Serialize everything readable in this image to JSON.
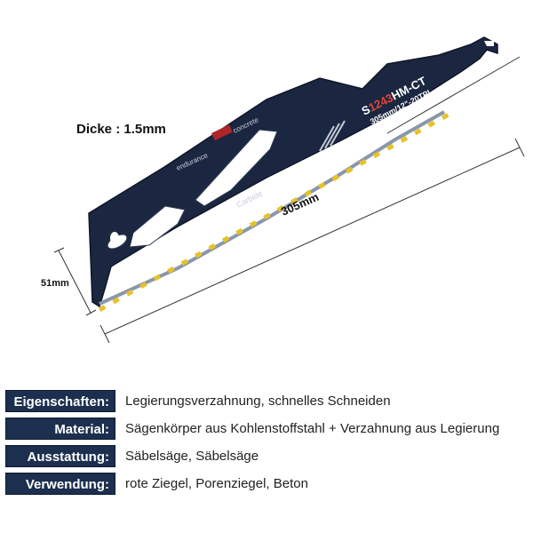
{
  "product": {
    "thickness_label": "Dicke : 1.5mm",
    "length_label": "305mm",
    "height_label": "51mm",
    "blade_code_prefix": "S",
    "blade_code_highlight": "1243",
    "blade_code_suffix": "HM-CT",
    "blade_size_text": "305mm/12\"-20TPI",
    "blade_text_endurance": "endurance",
    "blade_text_concrete": "concrete",
    "blade_text_carbide": "Carbide",
    "colors": {
      "blade": "#1b2740",
      "blade_edge": "#8a96aa",
      "teeth": "#e6c229",
      "code_red": "#e0453a",
      "label_bg": "#1d2f4e"
    }
  },
  "specs": [
    {
      "key": "Eigenschaften:",
      "value": "Legierungsverzahnung, schnelles Schneiden"
    },
    {
      "key": "Material:",
      "value": "Sägenkörper aus Kohlenstoffstahl + Verzahnung aus Legierung"
    },
    {
      "key": "Ausstattung:",
      "value": "Säbelsäge, Säbelsäge"
    },
    {
      "key": "Verwendung:",
      "value": "rote Ziegel, Porenziegel, Beton"
    }
  ]
}
